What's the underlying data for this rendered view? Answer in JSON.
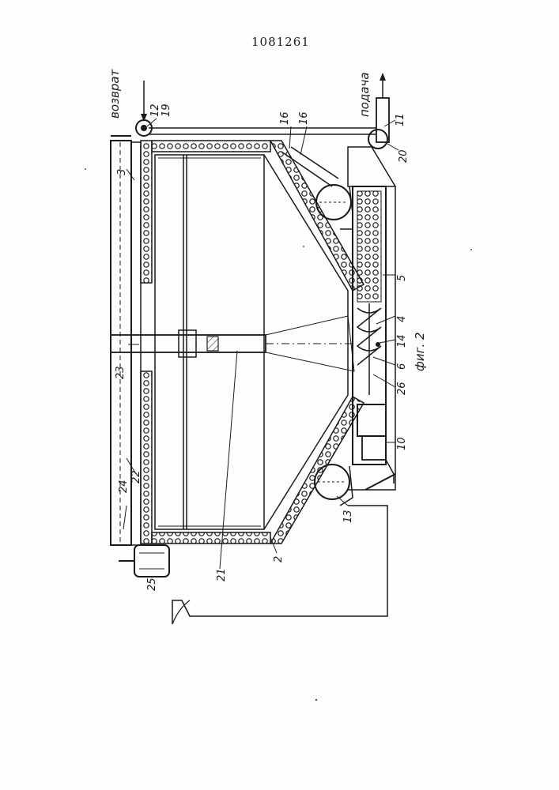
{
  "page_number": "1081261",
  "flow_labels": {
    "return": "возврат",
    "supply": "подача"
  },
  "figure_caption": "фиг. 2",
  "part_labels": {
    "p1": "3",
    "p2": "12",
    "p3": "19",
    "p4": "16",
    "p5": "16",
    "p6": "11",
    "p7": "20",
    "p8": "5",
    "p9": "4",
    "p10": "14",
    "p11": "6",
    "p12": "26",
    "p13": "10",
    "p14": "13",
    "p15": "23",
    "p16": "21",
    "p17": "2",
    "p18": "22",
    "p19": "24",
    "p20": "25"
  }
}
